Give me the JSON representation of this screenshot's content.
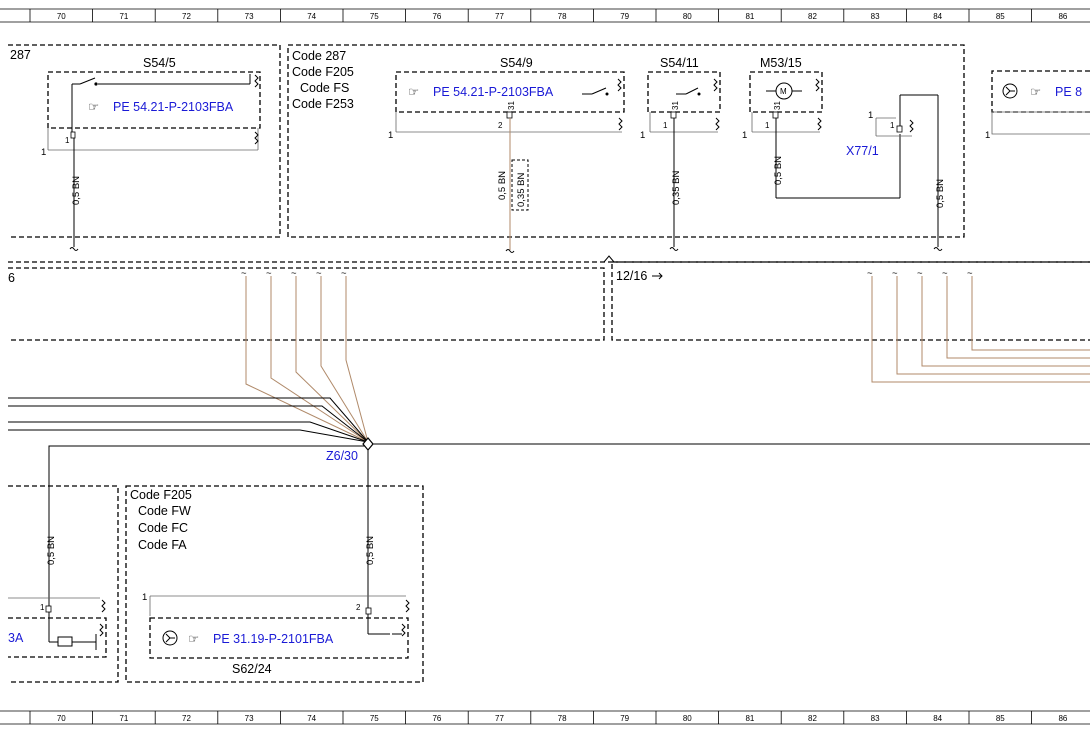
{
  "grid": {
    "columns": [
      "70",
      "71",
      "72",
      "73",
      "74",
      "75",
      "76",
      "77",
      "78",
      "79",
      "80",
      "81",
      "82",
      "83",
      "84",
      "85",
      "86"
    ]
  },
  "boxes": {
    "left_top": {
      "code": "287",
      "component": "S54/5",
      "ref": "PE 54.21-P-2103FBA",
      "pin": "1",
      "outer_pin": "1",
      "wire": "0,5 BN"
    },
    "center_top": {
      "codes": [
        "Code 287",
        "Code F205",
        "Code FS",
        "Code F253"
      ],
      "s54_9": {
        "component": "S54/9",
        "ref": "PE 54.21-P-2103FBA",
        "pin_31": "31",
        "pin_2": "2",
        "outer_pin": "1",
        "wire_a": "0,5 BN",
        "wire_b": "0,35 BN"
      },
      "s54_11": {
        "component": "S54/11",
        "pin_31": "31",
        "pin_1": "1",
        "outer_pin": "1",
        "wire": "0,35 BN"
      },
      "m53_15": {
        "component": "M53/15",
        "pin_31": "31",
        "pin_1": "1",
        "outer_pin": "1",
        "wire": "0,5 BN"
      },
      "x77_1": {
        "component": "X77/1",
        "pin_1": "1",
        "pin_a": "1",
        "wire": "0,5 BN"
      }
    },
    "right_top": {
      "ref": "PE 8"
    },
    "middle": {
      "left_label": "6",
      "right_label": "12/16"
    },
    "splice": {
      "label": "Z6/30"
    },
    "bottom_left": {
      "ref": "3A",
      "pin": "1",
      "wire": "0,5 BN"
    },
    "bottom_center": {
      "codes": [
        "Code F205",
        "Code FW",
        "Code FC",
        "Code FA"
      ],
      "component": "S62/24",
      "ref": "PE 31.19-P-2101FBA",
      "pin_1": "1",
      "pin_2": "2",
      "wire": "0,5 BN"
    }
  },
  "colors": {
    "link": "#1a1ad6",
    "wire_brown": "#b08a6a"
  }
}
